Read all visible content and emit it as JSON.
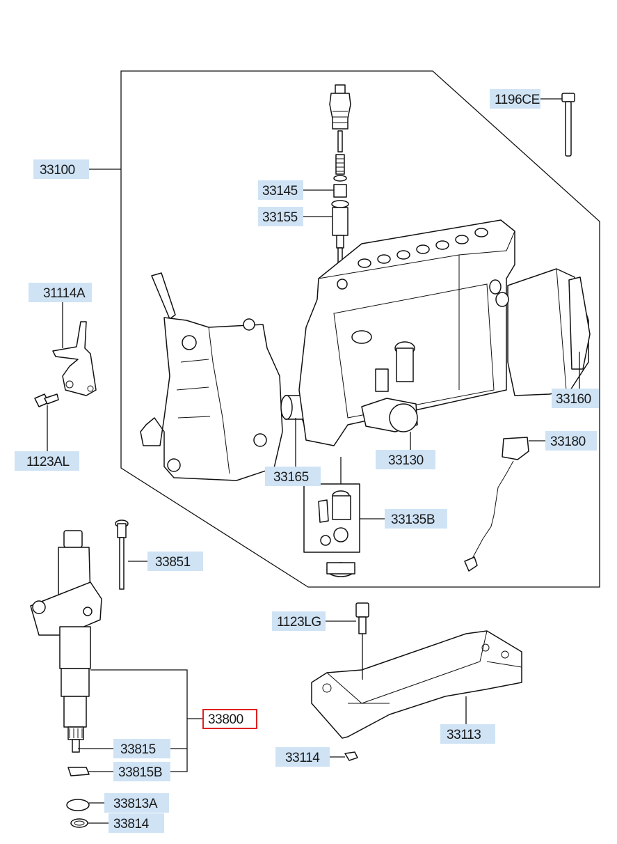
{
  "callouts": {
    "c1196CE": "1196CE",
    "c33100": "33100",
    "c33145": "33145",
    "c33155": "33155",
    "c31114A": "31114A",
    "c1123AL": "1123AL",
    "c33160": "33160",
    "c33180": "33180",
    "c33165": "33165",
    "c33130": "33130",
    "c33135B": "33135B",
    "c33851": "33851",
    "c1123LG": "1123LG",
    "c33800": "33800",
    "c33113": "33113",
    "c33815": "33815",
    "c33815B": "33815B",
    "c33114": "33114",
    "c33813A": "33813A",
    "c33814": "33814"
  },
  "highlight": {
    "selected_part": "33800",
    "color": "#e02020"
  },
  "colors": {
    "label_bg": "#cfe3f5",
    "line": "#111111"
  }
}
